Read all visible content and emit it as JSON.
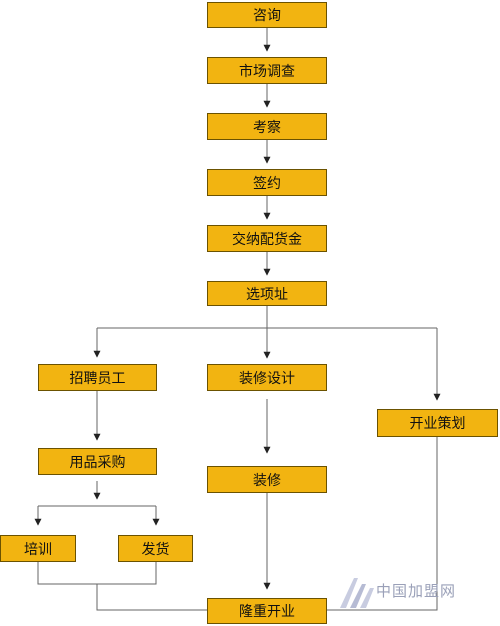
{
  "nodes": {
    "consult": "咨询",
    "market_research": "市场调查",
    "inspection": "考察",
    "sign_contract": "签约",
    "pay_deposit": "交纳配货金",
    "site_selection": "选项址",
    "recruit": "招聘员工",
    "decoration_design": "装修设计",
    "opening_plan": "开业策划",
    "purchase_supplies": "用品采购",
    "decoration": "装修",
    "training": "培训",
    "shipping": "发货",
    "grand_opening": "隆重开业"
  },
  "watermark": {
    "text": "中国加盟网",
    "logo": "jm-logo-icon"
  },
  "colors": {
    "box_fill": "#f2b411",
    "box_border": "#6b5200",
    "line": "#666666",
    "arrow": "#222222"
  }
}
